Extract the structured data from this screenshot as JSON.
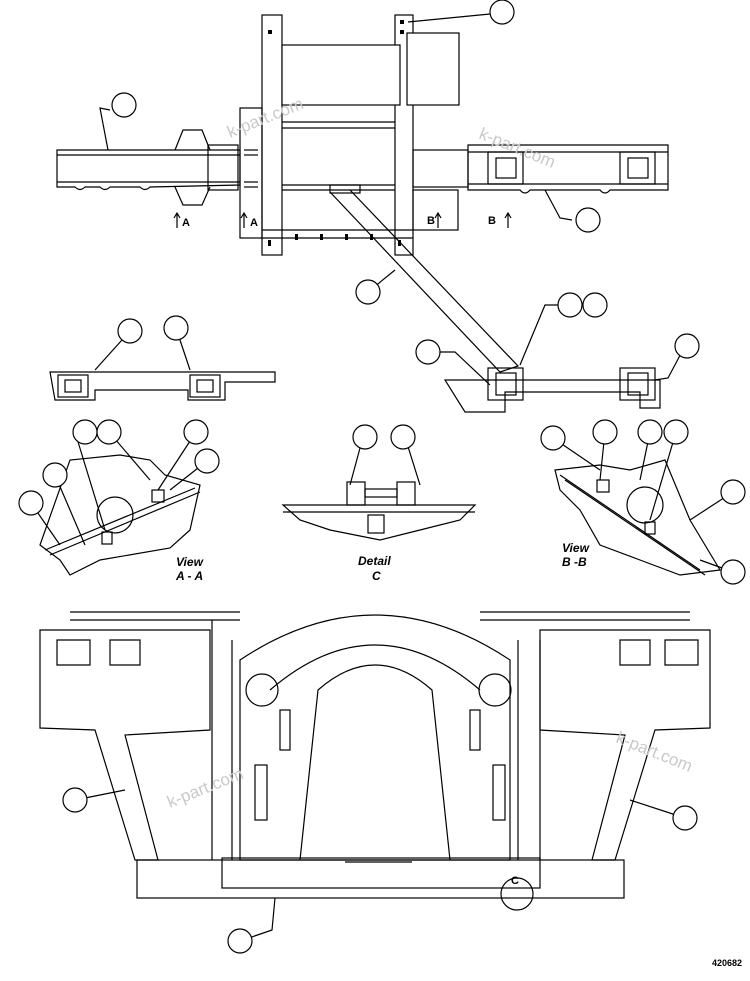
{
  "labels": {
    "section_a_left": "A",
    "section_a_right": "A",
    "section_b_left": "B",
    "section_b_right": "B",
    "view_aa_line1": "View",
    "view_aa_line2": "A - A",
    "detail_c_line1": "Detail",
    "detail_c_line2": "C",
    "view_bb_line1": "View",
    "view_bb_line2": "B -B",
    "detail_marker": "C"
  },
  "watermark": "k-part.com",
  "drawing_code": "420682"
}
